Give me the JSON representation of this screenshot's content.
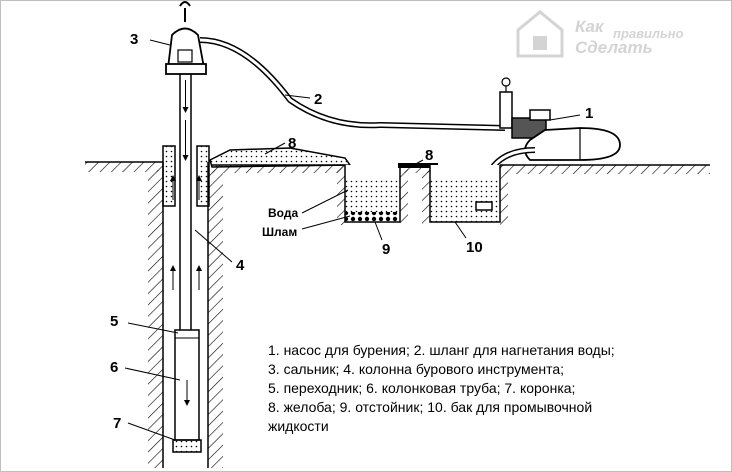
{
  "watermark": {
    "line1": "Как",
    "line1b": "правильно",
    "line2": "Сделать"
  },
  "labels": {
    "n1": "1",
    "n2": "2",
    "n3": "3",
    "n4": "4",
    "n5": "5",
    "n6": "6",
    "n7": "7",
    "n8a": "8",
    "n8b": "8",
    "n9": "9",
    "n10": "10",
    "water": "Вода",
    "sludge": "Шлам"
  },
  "legend": [
    "1. насос для бурения; 2. шланг для нагнетания воды;",
    "3. сальник; 4. колонна бурового инструмента;",
    "5. переходник; 6. колонковая труба; 7. коронка;",
    "8. желоба; 9. отстойник; 10. бак для промывочной",
    "жидкости"
  ]
}
